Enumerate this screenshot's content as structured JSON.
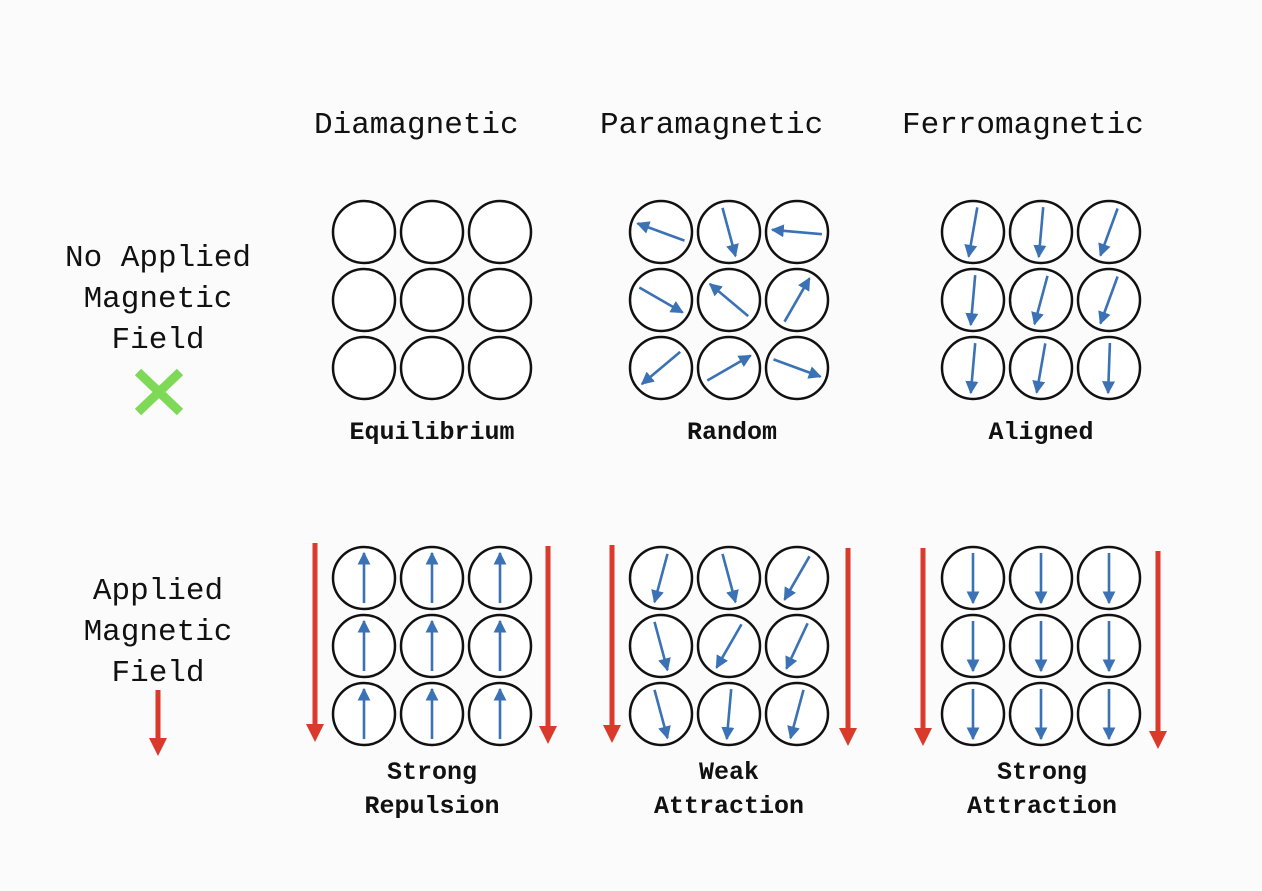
{
  "columns": [
    {
      "title": "Diamagnetic"
    },
    {
      "title": "Paramagnetic"
    },
    {
      "title": "Ferromagnetic"
    }
  ],
  "rows": [
    {
      "label_lines": [
        "No Applied",
        "Magnetic",
        "Field"
      ],
      "indicator_icon": "cross-icon"
    },
    {
      "label_lines": [
        "Applied",
        "Magnetic",
        "Field"
      ],
      "indicator_icon": "down-arrow-icon"
    }
  ],
  "captions": {
    "no_field": [
      "Equilibrium",
      "Random",
      "Aligned"
    ],
    "applied_field": [
      [
        "Strong",
        "Repulsion"
      ],
      [
        "Weak",
        "Attraction"
      ],
      [
        "Strong",
        "Attraction"
      ]
    ]
  },
  "dipoles": {
    "no_field": {
      "diamagnetic": [
        null,
        null,
        null,
        null,
        null,
        null,
        null,
        null,
        null
      ],
      "paramagnetic": [
        200,
        75,
        185,
        30,
        220,
        300,
        140,
        330,
        20
      ],
      "ferromagnetic": [
        100,
        95,
        110,
        95,
        105,
        110,
        95,
        100,
        92
      ]
    },
    "applied_field": {
      "diamagnetic": [
        270,
        270,
        270,
        270,
        270,
        270,
        270,
        270,
        270
      ],
      "paramagnetic": [
        105,
        75,
        120,
        75,
        120,
        115,
        75,
        95,
        105
      ],
      "ferromagnetic": [
        90,
        90,
        90,
        90,
        90,
        90,
        90,
        90,
        90
      ]
    }
  },
  "colors": {
    "dipole_arrow": "#3a72b5",
    "field_arrow": "#d93a2b",
    "cross": "#7ed957",
    "outline": "#111111"
  }
}
